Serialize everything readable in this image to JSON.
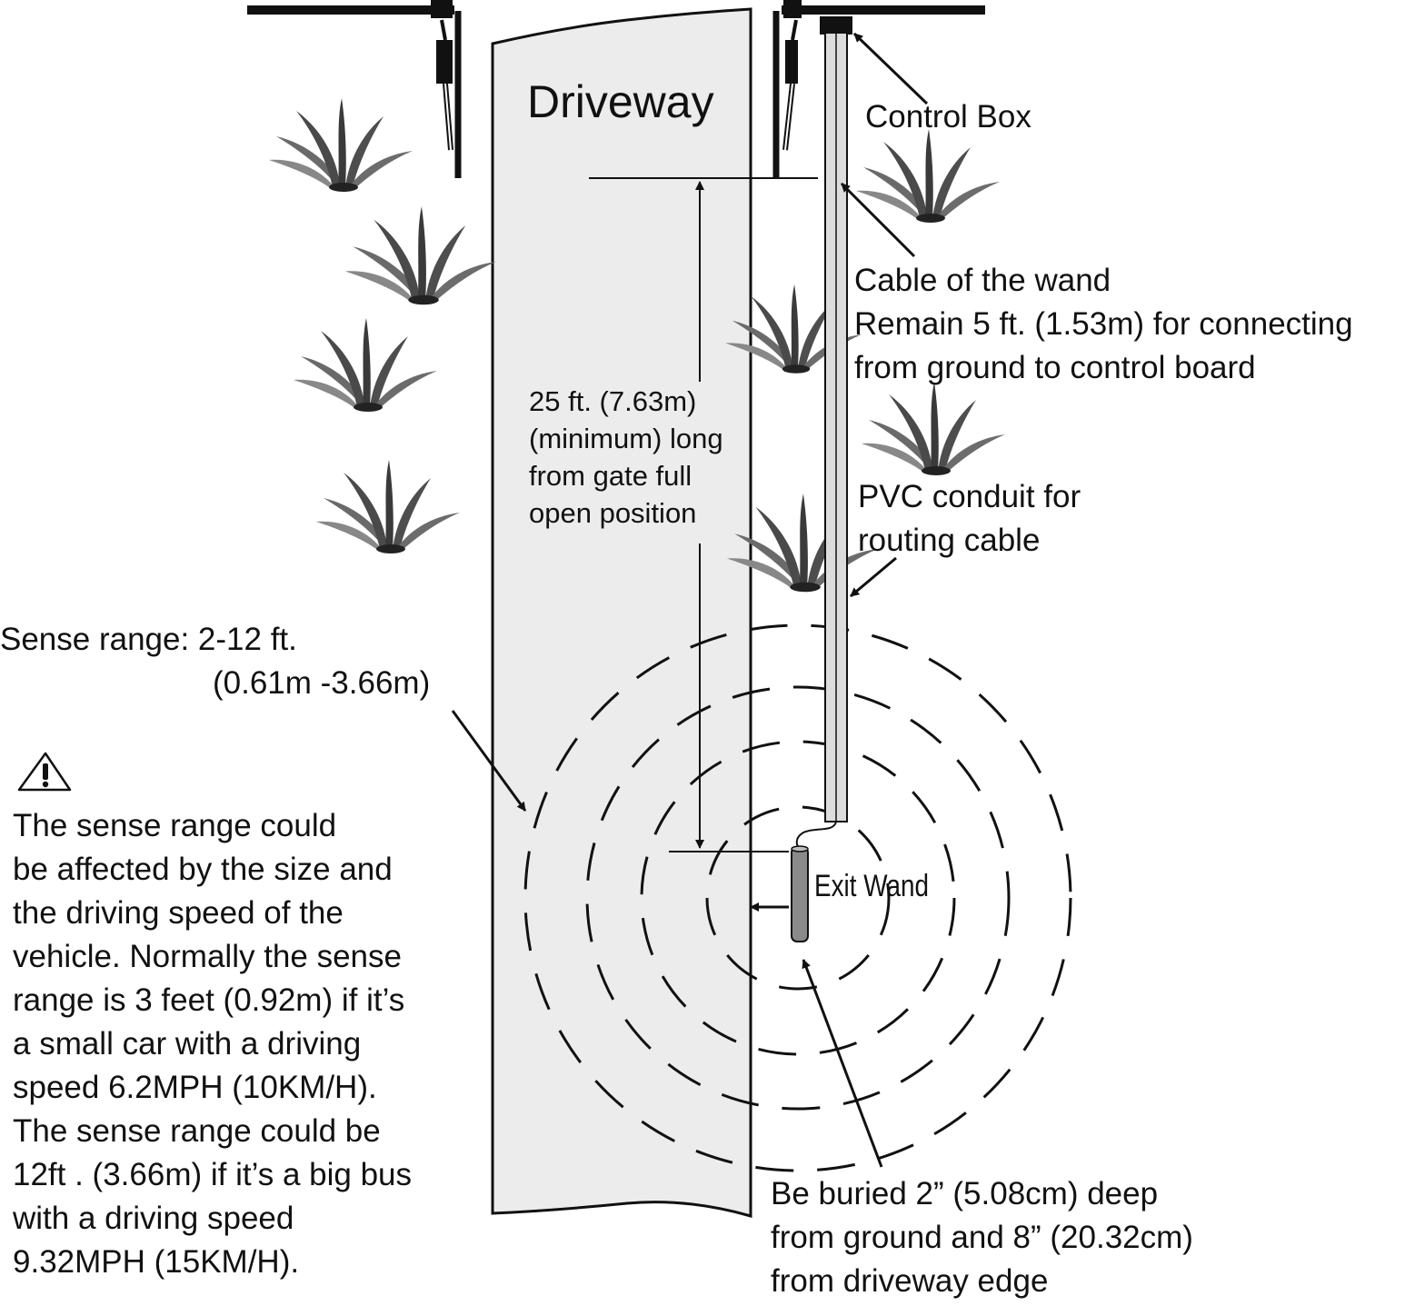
{
  "labels": {
    "driveway": "Driveway",
    "control_box": "Control Box",
    "cable": [
      "Cable of the wand",
      "Remain 5 ft. (1.53m) for connecting",
      "from ground to control board"
    ],
    "distance": [
      "25 ft. (7.63m)",
      "(minimum) long",
      "from gate full",
      "open position"
    ],
    "pvc": [
      "PVC conduit for",
      "routing cable"
    ],
    "sense_range": [
      "Sense range: 2-12 ft.",
      "(0.61m -3.66m)"
    ],
    "warning_first": "The sense range could",
    "warning_rest": [
      "be affected by the size and",
      "the driving speed of the",
      "vehicle. Normally the sense",
      "range is 3 feet (0.92m) if it’s",
      "a small car with a driving",
      "speed 6.2MPH (10KM/H).",
      "The sense range could be",
      "12ft . (3.66m) if it’s a big bus",
      "with a driving speed",
      "9.32MPH (15KM/H)."
    ],
    "exit_wand": "Exit Wand",
    "buried": [
      "Be buried 2” (5.08cm) deep",
      "from ground and 8” (20.32cm)",
      "from driveway edge"
    ]
  },
  "icons": {
    "warning": "warning-triangle-icon",
    "grass": "grass-tuft-icon"
  },
  "colors": {
    "ink": "#111111",
    "driveway_fill": "#ececec",
    "conduit_fill": "#dcdcdc",
    "wand_fill": "#8a8a8a",
    "grass": "#555555"
  }
}
